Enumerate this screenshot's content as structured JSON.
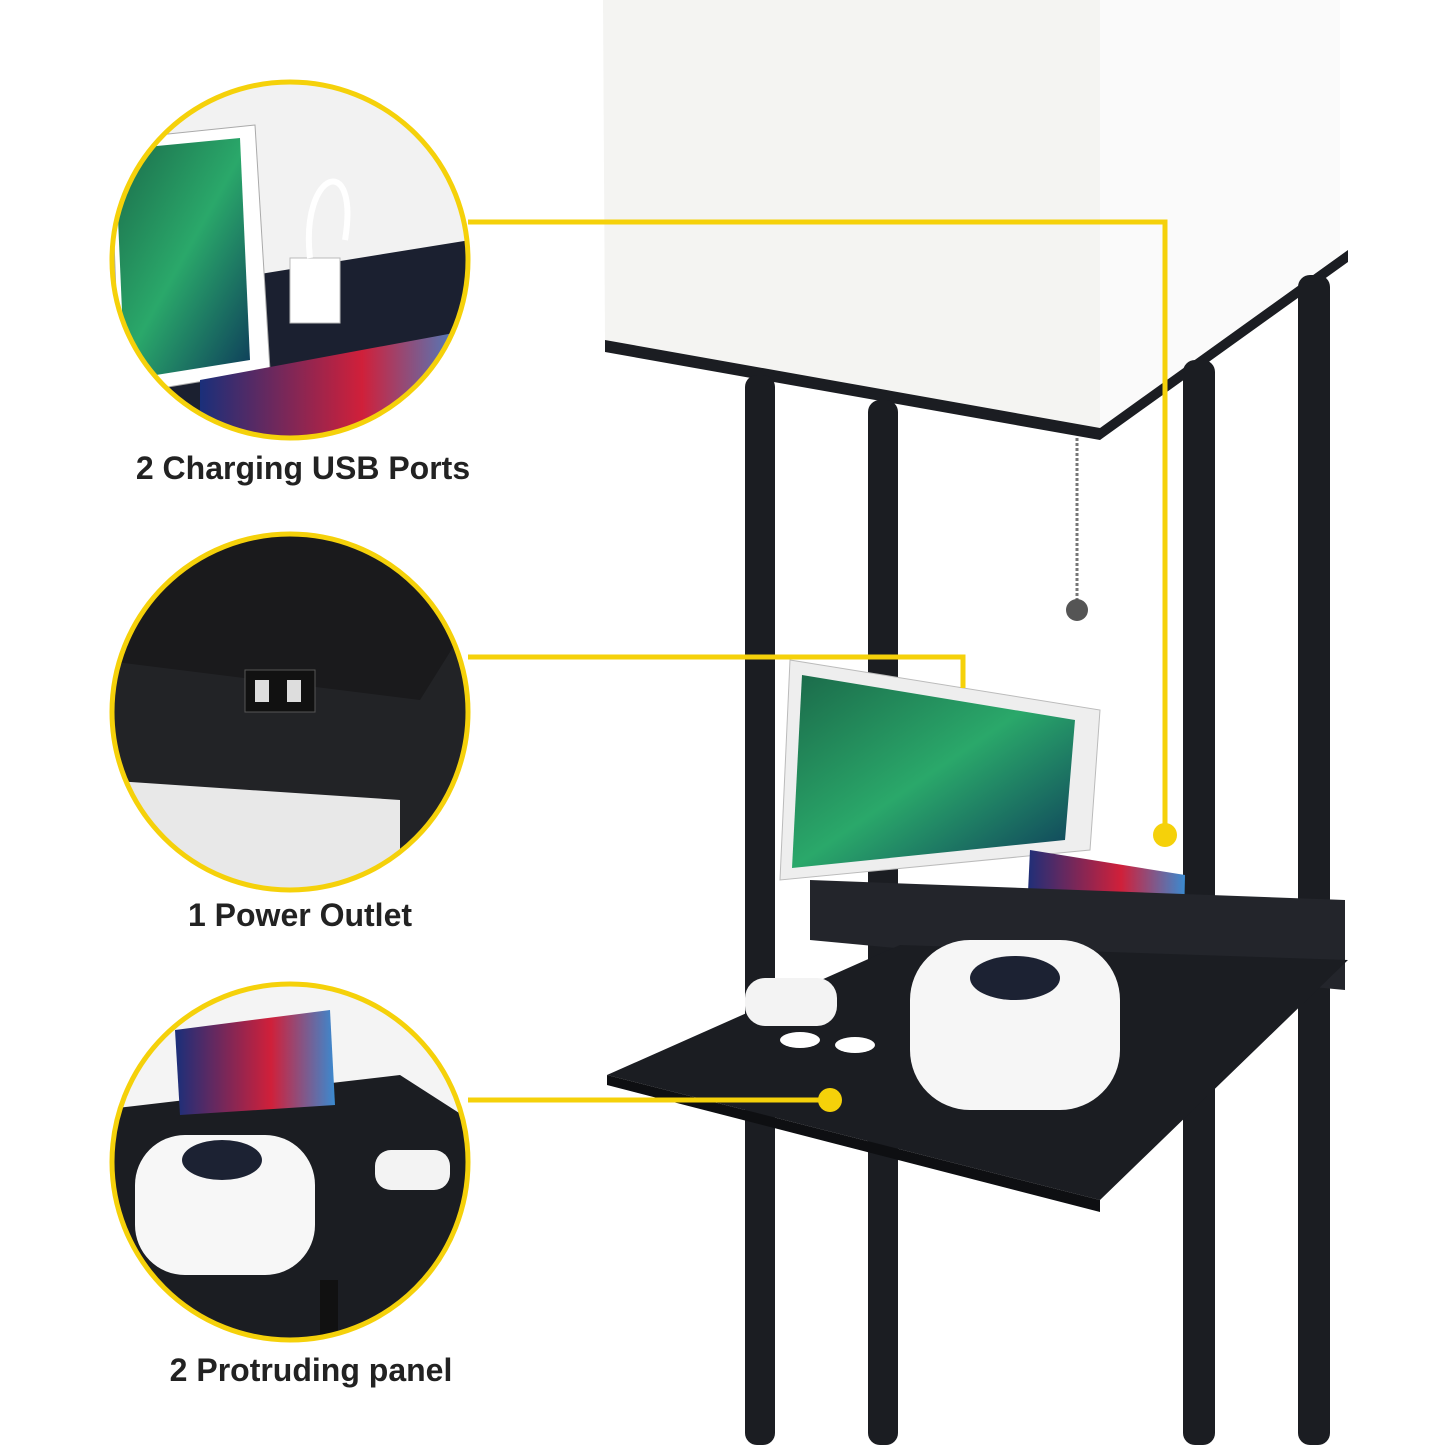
{
  "callouts": [
    {
      "label": "2 Charging USB Ports"
    },
    {
      "label": "1 Power Outlet"
    },
    {
      "label": "2 Protruding panel"
    }
  ],
  "colors": {
    "accent": "#f5d10a",
    "frame": "#1b1d22",
    "shade": "#f4f4f2"
  }
}
